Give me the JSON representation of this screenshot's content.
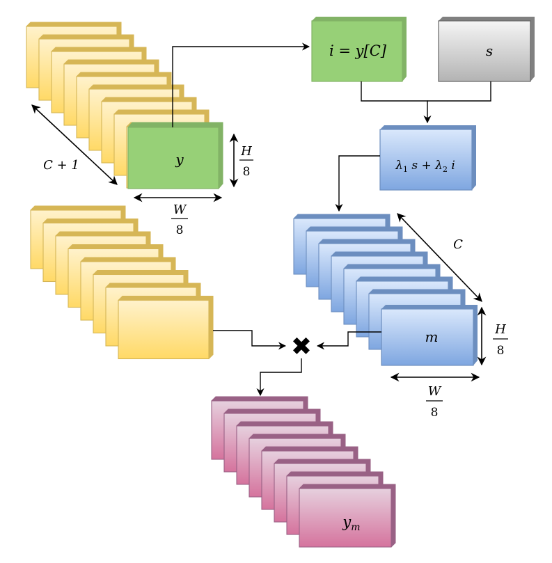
{
  "yellow_stack": {
    "main_label": "y",
    "channels_label": "C + 1",
    "height_num": "H",
    "height_den": "8",
    "width_num": "W",
    "width_den": "8"
  },
  "index_box": {
    "label": "i = y[C]"
  },
  "s_box": {
    "label": "s"
  },
  "blend_box": {
    "label_a": "λ",
    "sub1": "1",
    "label_b": " s + λ",
    "sub2": "2",
    "label_c": " i"
  },
  "blue_stack": {
    "main_label": "m",
    "channels_label": "C",
    "height_num": "H",
    "height_den": "8",
    "width_num": "W",
    "width_den": "8"
  },
  "pink_stack": {
    "main_label": "y",
    "subscript": "m"
  },
  "multiply_symbol": "✖",
  "colors": {
    "yellow_top": "#fff2cc",
    "yellow_bottom": "#ffd966",
    "yellow_edge": "#d6b656",
    "green": "#97d077",
    "green_edge": "#82b366",
    "gray_top": "#f5f5f5",
    "gray_bottom": "#b3b3b3",
    "gray_edge": "#666666",
    "blue_top": "#dae8fc",
    "blue_bottom": "#7ea6e0",
    "blue_edge": "#6c8ebf",
    "pink_top": "#e6d0de",
    "pink_bottom": "#d5739d",
    "pink_edge": "#996185"
  }
}
